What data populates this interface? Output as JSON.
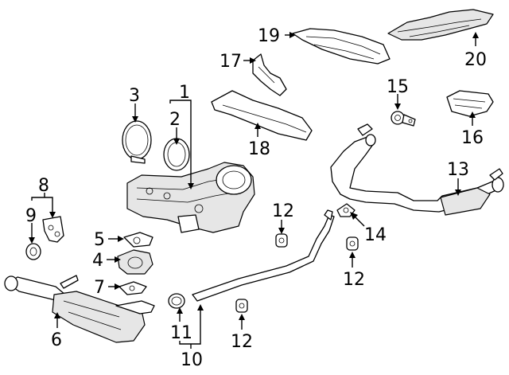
{
  "callouts": [
    {
      "id": "c1",
      "text": "1"
    },
    {
      "id": "c2",
      "text": "2"
    },
    {
      "id": "c3",
      "text": "3"
    },
    {
      "id": "c4",
      "text": "4"
    },
    {
      "id": "c5",
      "text": "5"
    },
    {
      "id": "c6",
      "text": "6"
    },
    {
      "id": "c7",
      "text": "7"
    },
    {
      "id": "c8",
      "text": "8"
    },
    {
      "id": "c9",
      "text": "9"
    },
    {
      "id": "c10",
      "text": "10"
    },
    {
      "id": "c11",
      "text": "11"
    },
    {
      "id": "c12a",
      "text": "12"
    },
    {
      "id": "c12b",
      "text": "12"
    },
    {
      "id": "c12c",
      "text": "12"
    },
    {
      "id": "c13",
      "text": "13"
    },
    {
      "id": "c14",
      "text": "14"
    },
    {
      "id": "c15",
      "text": "15"
    },
    {
      "id": "c16",
      "text": "16"
    },
    {
      "id": "c17",
      "text": "17"
    },
    {
      "id": "c18",
      "text": "18"
    },
    {
      "id": "c19",
      "text": "19"
    },
    {
      "id": "c20",
      "text": "20"
    }
  ]
}
